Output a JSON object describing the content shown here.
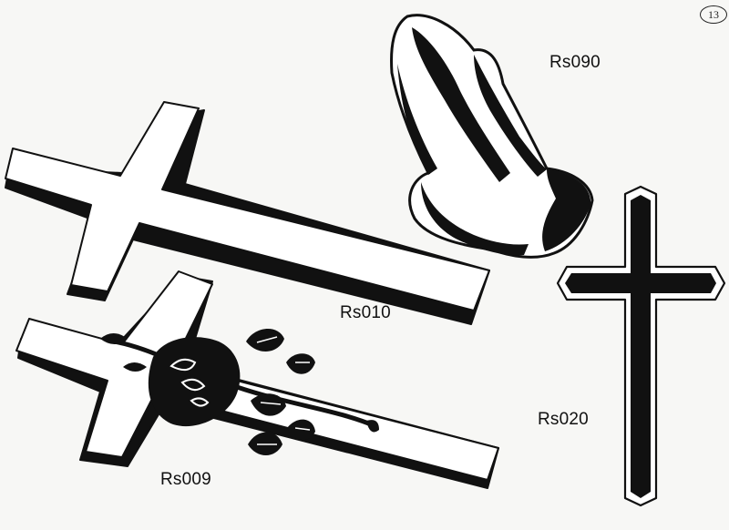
{
  "page": {
    "number": "13"
  },
  "designs": [
    {
      "code": "Rs090",
      "icon": "praying-hands-icon"
    },
    {
      "code": "Rs010",
      "icon": "plain-cross-icon"
    },
    {
      "code": "Rs020",
      "icon": "outlined-cross-icon"
    },
    {
      "code": "Rs009",
      "icon": "cross-with-rose-icon"
    }
  ],
  "colors": {
    "ink": "#111111",
    "paper": "#f7f7f5"
  }
}
